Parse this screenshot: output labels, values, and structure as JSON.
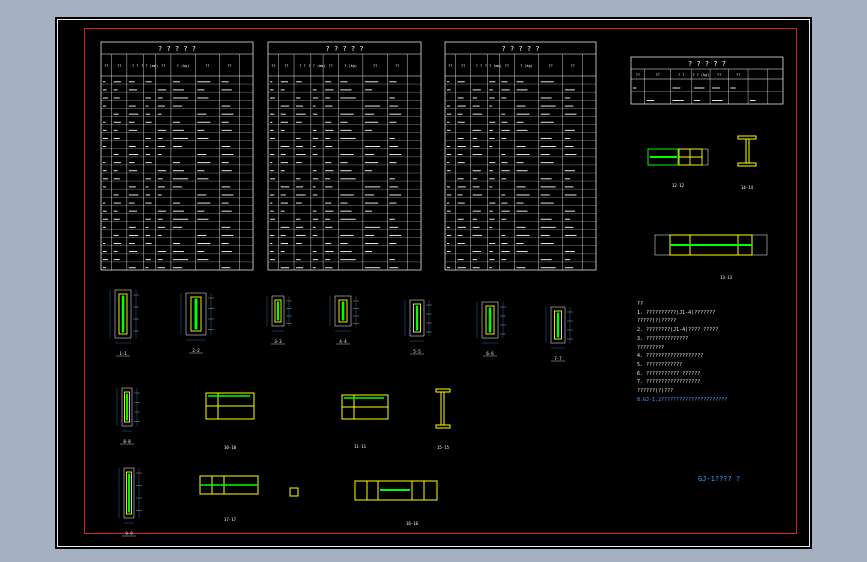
{
  "drawing": {
    "sheet_title": "GJ-1???? ?",
    "colors": {
      "background": "#000000",
      "frame": "#e8e8e8",
      "inner_frame": "#d02020",
      "lines": "#ffffff",
      "plate": "#ffff00",
      "web": "#00ff00",
      "dimension": "#4aa3ff"
    }
  },
  "tables": [
    {
      "title": "? ? ? ? ?",
      "columns": [
        "??",
        "??",
        "? ?",
        "? ? (mm)",
        "??",
        "? (kg)",
        "??",
        "??"
      ],
      "row_count": 24
    },
    {
      "title": "? ? ? ? ?",
      "columns": [
        "??",
        "??",
        "? ?",
        "? ? (mm)",
        "??",
        "? (kg)",
        "??",
        "??"
      ],
      "row_count": 24
    },
    {
      "title": "? ? ? ? ?",
      "columns": [
        "??",
        "??",
        "? ?",
        "? ? (mm)",
        "??",
        "? (kg)",
        "??",
        "??"
      ],
      "row_count": 24
    },
    {
      "title": "? ? ? ? ?",
      "columns": [
        "??",
        "??",
        "? ?",
        "? ? (kg)",
        "??",
        "??"
      ],
      "row_count": 2
    }
  ],
  "section_labels": [
    "12-12",
    "14-14",
    "13-13",
    "1-1",
    "2-2",
    "3-3",
    "4-4",
    "5-5",
    "6-6",
    "7-7",
    "8-8",
    "10-10",
    "11-11",
    "15-15",
    "9-9",
    "17-17",
    "16-16"
  ],
  "notes": {
    "title": "??",
    "items": [
      "1. ??????????(J1-4)???????",
      "   ?????(?)?????",
      "2. ????????(J1-4)????  ?????",
      "3. ??????????????",
      "   ?????????",
      "4. ???????????????????",
      "5. ????????????",
      "6. ???????????    ??????",
      "7. ??????????????????",
      "   ??????(?)???"
    ],
    "highlight": "8.GJ-1.2??????????????????????"
  }
}
